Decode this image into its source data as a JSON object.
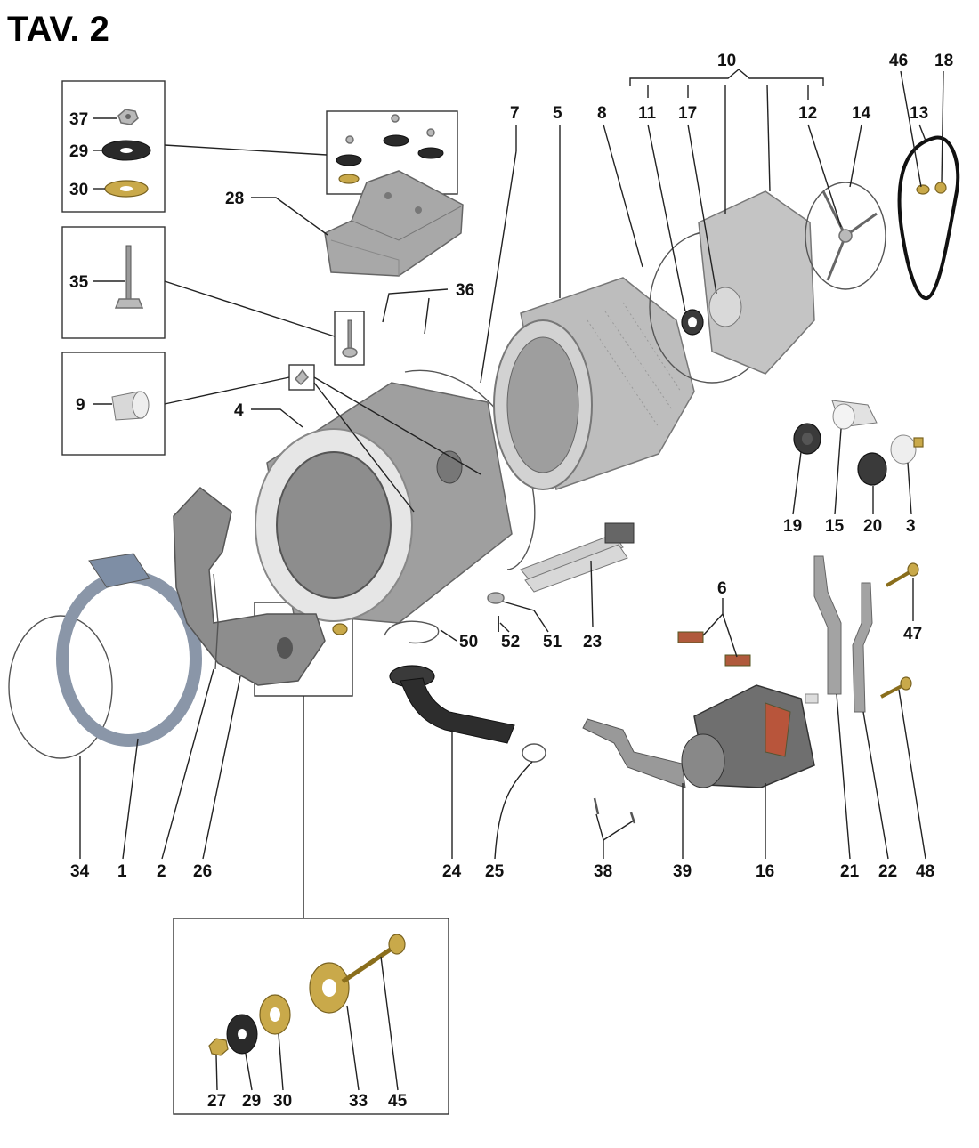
{
  "title": "TAV. 2",
  "labels": {
    "p1": "1",
    "p2": "2",
    "p3": "3",
    "p4": "4",
    "p5": "5",
    "p6": "6",
    "p7": "7",
    "p8": "8",
    "p9": "9",
    "p10": "10",
    "p11": "11",
    "p12": "12",
    "p13": "13",
    "p14": "14",
    "p15": "15",
    "p16": "16",
    "p17": "17",
    "p18": "18",
    "p19": "19",
    "p20": "20",
    "p21": "21",
    "p22": "22",
    "p23": "23",
    "p24": "24",
    "p25": "25",
    "p26": "26",
    "p27": "27",
    "p28": "28",
    "p29": "29",
    "p30": "30",
    "p33": "33",
    "p34": "34",
    "p35": "35",
    "p36": "36",
    "p37": "37",
    "p38": "38",
    "p39": "39",
    "p45": "45",
    "p46": "46",
    "p47": "47",
    "p48": "48",
    "p50": "50",
    "p51": "51",
    "p52": "52"
  }
}
